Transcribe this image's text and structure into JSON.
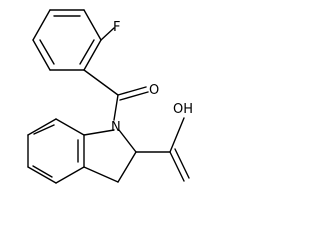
{
  "molecule": {
    "atoms": {
      "fluorine": "F",
      "nitrogen": "N",
      "carbonyl_oxygen": "O",
      "hydroxyl": "OH"
    }
  }
}
